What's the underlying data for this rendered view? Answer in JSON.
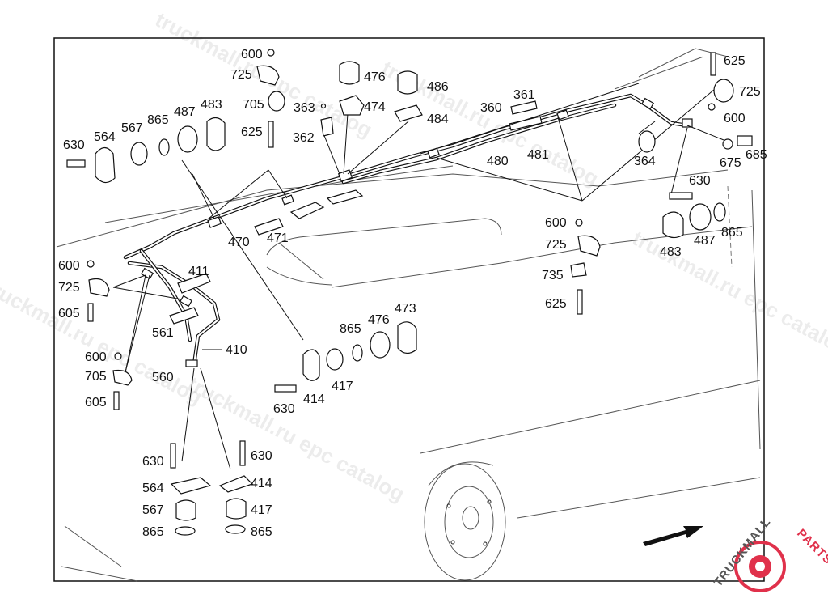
{
  "watermarks": [
    "truckmall.ru epc catalog",
    "truckmall.ru epc catalog",
    "truckmall.ru epc catalog",
    "truckmall.ru epc catalog",
    "truckmall.ru epc catalog"
  ],
  "logo": {
    "name": "TRUCKMALLPARTS",
    "part_a": "TRUCKMALL",
    "part_b": "PARTS",
    "color": "#e0314b"
  },
  "colors": {
    "ink": "#111111",
    "accent": "#e0314b"
  },
  "labels": [
    "600",
    "725",
    "705",
    "625",
    "476",
    "486",
    "363",
    "474",
    "484",
    "362",
    "361",
    "360",
    "480",
    "481",
    "625",
    "725",
    "600",
    "364",
    "675",
    "685",
    "630",
    "564",
    "567",
    "865",
    "487",
    "483",
    "470",
    "471",
    "630",
    "483",
    "487",
    "865",
    "600",
    "725",
    "735",
    "625",
    "411",
    "600",
    "725",
    "605",
    "561",
    "410",
    "600",
    "705",
    "605",
    "560",
    "865",
    "476",
    "473",
    "417",
    "414",
    "630",
    "630",
    "564",
    "567",
    "865",
    "630",
    "414",
    "417",
    "865"
  ]
}
